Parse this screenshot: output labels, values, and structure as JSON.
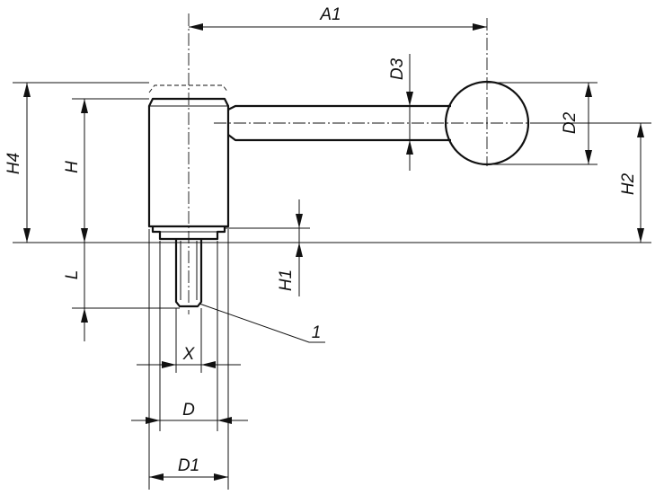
{
  "labels": {
    "A1": "A1",
    "D3": "D3",
    "D2": "D2",
    "H4": "H4",
    "H": "H",
    "H2": "H2",
    "H1": "H1",
    "L": "L",
    "X": "X",
    "D": "D",
    "D1": "D1",
    "callout": "1"
  }
}
